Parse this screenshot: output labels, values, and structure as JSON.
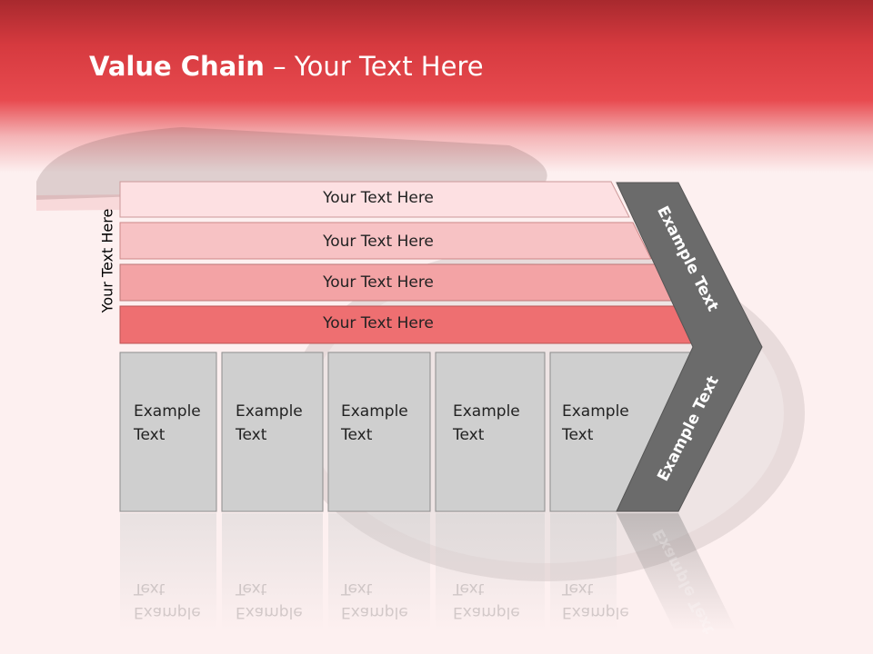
{
  "title": {
    "bold": "Value Chain",
    "rest": " – Your Text Here"
  },
  "side_label": "Your Text Here",
  "bars": [
    {
      "label": "Your Text Here",
      "color": "#fde0e2"
    },
    {
      "label": "Your Text Here",
      "color": "#f7c2c4"
    },
    {
      "label": "Your Text Here",
      "color": "#f3a3a5"
    },
    {
      "label": "Your Text Here",
      "color": "#ee6f71"
    }
  ],
  "boxes": [
    {
      "line1": "Example",
      "line2": "Text"
    },
    {
      "line1": "Example",
      "line2": "Text"
    },
    {
      "line1": "Example",
      "line2": "Text"
    },
    {
      "line1": "Example",
      "line2": "Text"
    },
    {
      "line1": "Example",
      "line2": "Text"
    }
  ],
  "chevron": {
    "upper": "Example Text",
    "lower": "Example Text",
    "color": "#6b6b6b"
  },
  "colors": {
    "header": "#e84a4f",
    "box_fill": "#cfcfcf",
    "box_border": "#8c8c8c"
  }
}
